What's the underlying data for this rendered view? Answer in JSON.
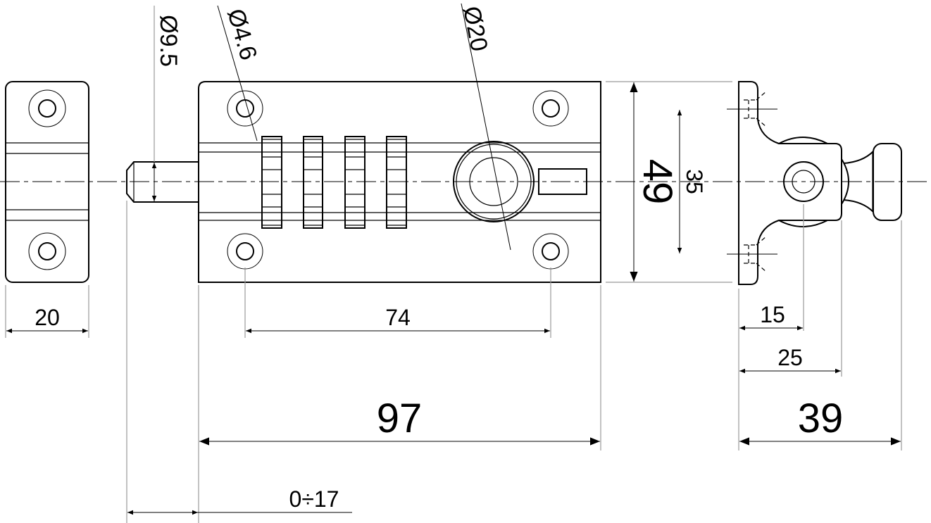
{
  "title": "Barrel bolt technical drawing",
  "dimensions": {
    "d_pin": "Ø9.5",
    "d_hole": "Ø4.6",
    "d_knob": "Ø20",
    "keeper_width": "20",
    "hole_spacing": "74",
    "length": "97",
    "travel": "0÷17",
    "height": "49",
    "hole_spacing_vertical": "35",
    "depth_15": "15",
    "depth_25": "25",
    "depth_total": "39"
  }
}
